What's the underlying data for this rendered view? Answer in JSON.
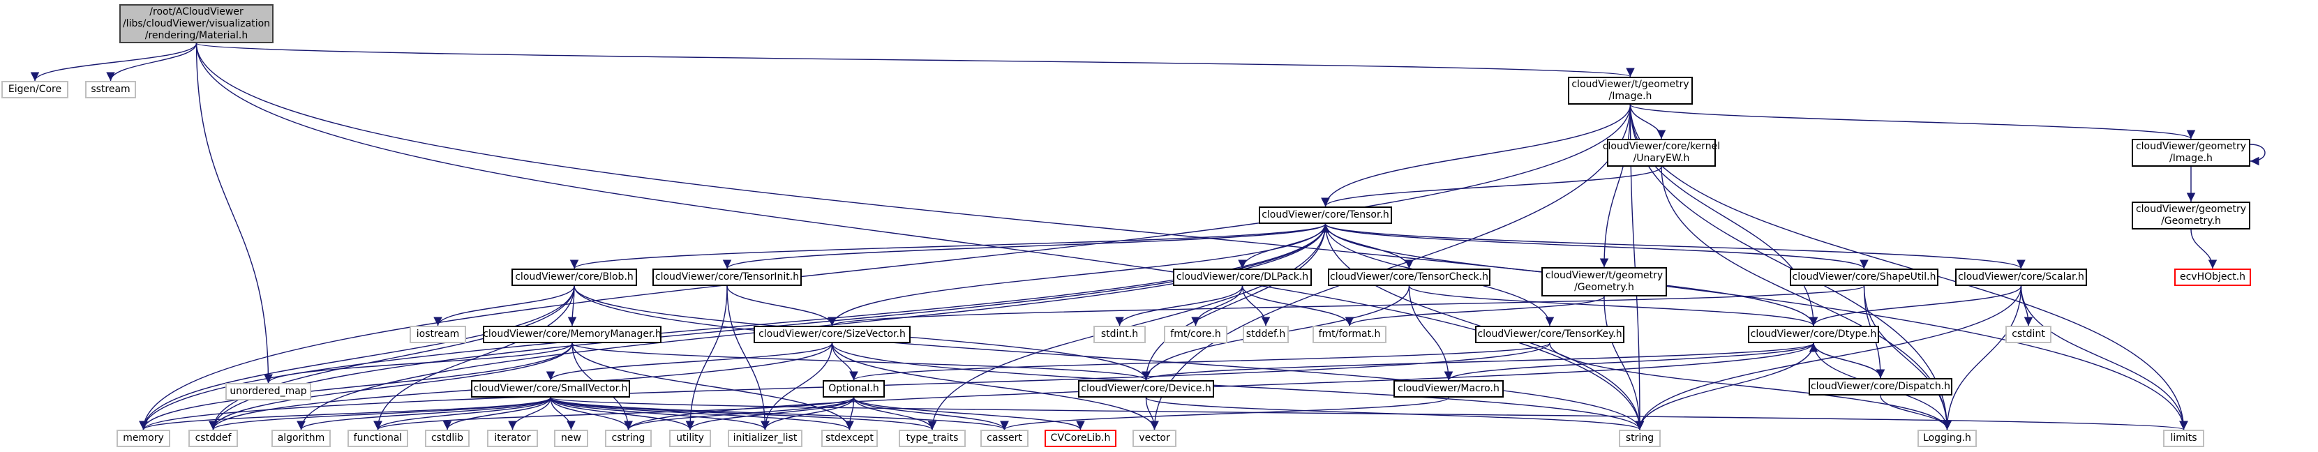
{
  "graph": {
    "title": "/root/ACloudViewer/libs/cloudViewer/visualization/rendering/Material.h include dependency graph",
    "edge_color": "#191970",
    "nodes": {
      "material": {
        "label": "/root/ACloudViewer\n/libs/cloudViewer/visualization\n/rendering/Material.h",
        "kind": "root"
      },
      "eigen": {
        "label": "Eigen/Core",
        "kind": "ext"
      },
      "sstream": {
        "label": "sstream",
        "kind": "ext"
      },
      "timage": {
        "label": "cloudViewer/t/geometry\n/Image.h",
        "kind": "doc"
      },
      "unaryew": {
        "label": "cloudViewer/core/kernel\n/UnaryEW.h",
        "kind": "doc"
      },
      "gimage": {
        "label": "cloudViewer/geometry\n/Image.h",
        "kind": "doc"
      },
      "ggeometry": {
        "label": "cloudViewer/geometry\n/Geometry.h",
        "kind": "doc"
      },
      "ecvhobject": {
        "label": "ecvHObject.h",
        "kind": "missing"
      },
      "tensor": {
        "label": "cloudViewer/core/Tensor.h",
        "kind": "doc"
      },
      "blob": {
        "label": "cloudViewer/core/Blob.h",
        "kind": "doc"
      },
      "tensorinit": {
        "label": "cloudViewer/core/TensorInit.h",
        "kind": "doc"
      },
      "dlpack": {
        "label": "cloudViewer/core/DLPack.h",
        "kind": "doc"
      },
      "tensorcheck": {
        "label": "cloudViewer/core/TensorCheck.h",
        "kind": "doc"
      },
      "tgeometry": {
        "label": "cloudViewer/t/geometry\n/Geometry.h",
        "kind": "doc"
      },
      "shapeutil": {
        "label": "cloudViewer/core/ShapeUtil.h",
        "kind": "doc"
      },
      "scalar": {
        "label": "cloudViewer/core/Scalar.h",
        "kind": "doc"
      },
      "iostream": {
        "label": "iostream",
        "kind": "ext"
      },
      "memorymanager": {
        "label": "cloudViewer/core/MemoryManager.h",
        "kind": "doc"
      },
      "sizevector": {
        "label": "cloudViewer/core/SizeVector.h",
        "kind": "doc"
      },
      "stdint": {
        "label": "stdint.h",
        "kind": "ext"
      },
      "fmtcore": {
        "label": "fmt/core.h",
        "kind": "ext"
      },
      "stddef": {
        "label": "stddef.h",
        "kind": "ext"
      },
      "fmtformat": {
        "label": "fmt/format.h",
        "kind": "ext"
      },
      "tensorkey": {
        "label": "cloudViewer/core/TensorKey.h",
        "kind": "doc"
      },
      "dtype": {
        "label": "cloudViewer/core/Dtype.h",
        "kind": "doc"
      },
      "cstdint": {
        "label": "cstdint",
        "kind": "ext"
      },
      "unordered_map": {
        "label": "unordered_map",
        "kind": "ext"
      },
      "smallvector": {
        "label": "cloudViewer/core/SmallVector.h",
        "kind": "doc"
      },
      "optional": {
        "label": "Optional.h",
        "kind": "doc"
      },
      "device": {
        "label": "cloudViewer/core/Device.h",
        "kind": "doc"
      },
      "macro": {
        "label": "cloudViewer/Macro.h",
        "kind": "doc"
      },
      "dispatch": {
        "label": "cloudViewer/core/Dispatch.h",
        "kind": "doc"
      },
      "memory": {
        "label": "memory",
        "kind": "ext"
      },
      "cstddef": {
        "label": "cstddef",
        "kind": "ext"
      },
      "algorithm": {
        "label": "algorithm",
        "kind": "ext"
      },
      "functional": {
        "label": "functional",
        "kind": "ext"
      },
      "cstdlib": {
        "label": "cstdlib",
        "kind": "ext"
      },
      "iterator": {
        "label": "iterator",
        "kind": "ext"
      },
      "new": {
        "label": "new",
        "kind": "ext"
      },
      "cstring": {
        "label": "cstring",
        "kind": "ext"
      },
      "utility": {
        "label": "utility",
        "kind": "ext"
      },
      "initializer_list": {
        "label": "initializer_list",
        "kind": "ext"
      },
      "stdexcept": {
        "label": "stdexcept",
        "kind": "ext"
      },
      "type_traits": {
        "label": "type_traits",
        "kind": "ext"
      },
      "cassert": {
        "label": "cassert",
        "kind": "ext"
      },
      "cvcorelib": {
        "label": "CVCoreLib.h",
        "kind": "missing"
      },
      "vector": {
        "label": "vector",
        "kind": "ext"
      },
      "string": {
        "label": "string",
        "kind": "ext"
      },
      "logging": {
        "label": "Logging.h",
        "kind": "ext"
      },
      "limits": {
        "label": "limits",
        "kind": "ext"
      }
    },
    "edges": [
      [
        "material",
        "eigen"
      ],
      [
        "material",
        "sstream"
      ],
      [
        "material",
        "timage"
      ],
      [
        "material",
        "unordered_map"
      ],
      [
        "material",
        "string"
      ],
      [
        "material",
        "limits"
      ],
      [
        "timage",
        "unaryew"
      ],
      [
        "timage",
        "tensor"
      ],
      [
        "timage",
        "gimage"
      ],
      [
        "timage",
        "tgeometry"
      ],
      [
        "timage",
        "dtype"
      ],
      [
        "timage",
        "memory"
      ],
      [
        "timage",
        "vector"
      ],
      [
        "timage",
        "string"
      ],
      [
        "timage",
        "logging"
      ],
      [
        "timage",
        "limits"
      ],
      [
        "unaryew",
        "tensor"
      ],
      [
        "unaryew",
        "logging"
      ],
      [
        "gimage",
        "gimage"
      ],
      [
        "gimage",
        "ggeometry"
      ],
      [
        "ggeometry",
        "ecvhobject"
      ],
      [
        "tensor",
        "blob"
      ],
      [
        "tensor",
        "tensorinit"
      ],
      [
        "tensor",
        "dlpack"
      ],
      [
        "tensor",
        "tensorcheck"
      ],
      [
        "tensor",
        "shapeutil"
      ],
      [
        "tensor",
        "scalar"
      ],
      [
        "tensor",
        "sizevector"
      ],
      [
        "tensor",
        "tensorkey"
      ],
      [
        "tensor",
        "dtype"
      ],
      [
        "tensor",
        "device"
      ],
      [
        "tensor",
        "memory"
      ],
      [
        "tensor",
        "cstddef"
      ],
      [
        "tensor",
        "algorithm"
      ],
      [
        "tensor",
        "type_traits"
      ],
      [
        "tensor",
        "string"
      ],
      [
        "blob",
        "iostream"
      ],
      [
        "blob",
        "memorymanager"
      ],
      [
        "blob",
        "device"
      ],
      [
        "blob",
        "memory"
      ],
      [
        "blob",
        "cstddef"
      ],
      [
        "blob",
        "functional"
      ],
      [
        "blob",
        "string"
      ],
      [
        "tensorinit",
        "sizevector"
      ],
      [
        "tensorinit",
        "utility"
      ],
      [
        "tensorinit",
        "initializer_list"
      ],
      [
        "dlpack",
        "stdint"
      ],
      [
        "dlpack",
        "fmtcore"
      ],
      [
        "dlpack",
        "stddef"
      ],
      [
        "dlpack",
        "fmtformat"
      ],
      [
        "tensorcheck",
        "tensor"
      ],
      [
        "tensorcheck",
        "device"
      ],
      [
        "tensorcheck",
        "dtype"
      ],
      [
        "tensorcheck",
        "macro"
      ],
      [
        "tgeometry",
        "fmtformat"
      ],
      [
        "tgeometry",
        "string"
      ],
      [
        "shapeutil",
        "sizevector"
      ],
      [
        "shapeutil",
        "dispatch"
      ],
      [
        "shapeutil",
        "logging"
      ],
      [
        "scalar",
        "dtype"
      ],
      [
        "scalar",
        "cstdint"
      ],
      [
        "scalar",
        "logging"
      ],
      [
        "scalar",
        "limits"
      ],
      [
        "scalar",
        "string"
      ],
      [
        "memorymanager",
        "unordered_map"
      ],
      [
        "memorymanager",
        "device"
      ],
      [
        "memorymanager",
        "memory"
      ],
      [
        "memorymanager",
        "cstddef"
      ],
      [
        "memorymanager",
        "cstring"
      ],
      [
        "memorymanager",
        "stdexcept"
      ],
      [
        "sizevector",
        "smallvector"
      ],
      [
        "sizevector",
        "optional"
      ],
      [
        "sizevector",
        "cstddef"
      ],
      [
        "sizevector",
        "string"
      ],
      [
        "sizevector",
        "vector"
      ],
      [
        "sizevector",
        "initializer_list"
      ],
      [
        "tensorkey",
        "optional"
      ],
      [
        "tensorkey",
        "memory"
      ],
      [
        "tensorkey",
        "logging"
      ],
      [
        "dtype",
        "device"
      ],
      [
        "dtype",
        "dispatch"
      ],
      [
        "dtype",
        "macro"
      ],
      [
        "dtype",
        "string"
      ],
      [
        "dtype",
        "logging"
      ],
      [
        "dtype",
        "cstring"
      ],
      [
        "dispatch",
        "dtype"
      ],
      [
        "dispatch",
        "logging"
      ],
      [
        "smallvector",
        "memory"
      ],
      [
        "smallvector",
        "cstddef"
      ],
      [
        "smallvector",
        "algorithm"
      ],
      [
        "smallvector",
        "functional"
      ],
      [
        "smallvector",
        "cstdlib"
      ],
      [
        "smallvector",
        "iterator"
      ],
      [
        "smallvector",
        "new"
      ],
      [
        "smallvector",
        "cstring"
      ],
      [
        "smallvector",
        "utility"
      ],
      [
        "smallvector",
        "initializer_list"
      ],
      [
        "smallvector",
        "stdexcept"
      ],
      [
        "smallvector",
        "type_traits"
      ],
      [
        "smallvector",
        "cassert"
      ],
      [
        "smallvector",
        "limits"
      ],
      [
        "optional",
        "functional"
      ],
      [
        "optional",
        "utility"
      ],
      [
        "optional",
        "initializer_list"
      ],
      [
        "optional",
        "stdexcept"
      ],
      [
        "optional",
        "type_traits"
      ],
      [
        "optional",
        "cassert"
      ],
      [
        "optional",
        "cvcorelib"
      ],
      [
        "optional",
        "cstring"
      ],
      [
        "device",
        "vector"
      ],
      [
        "device",
        "string"
      ],
      [
        "macro",
        "cassert"
      ]
    ]
  }
}
